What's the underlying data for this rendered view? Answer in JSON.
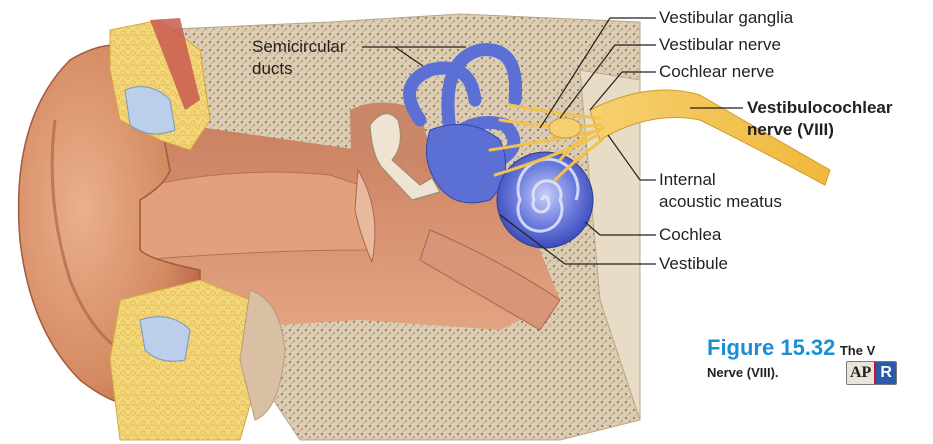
{
  "labels": {
    "semicircular_ducts_line1": "Semicircular",
    "semicircular_ducts_line2": "ducts",
    "vestibular_ganglia": "Vestibular ganglia",
    "vestibular_nerve": "Vestibular nerve",
    "cochlear_nerve": "Cochlear nerve",
    "vestibulocochlear_line1": "Vestibulocochlear",
    "vestibulocochlear_line2": "nerve (VIII)",
    "internal_meatus_line1": "Internal",
    "internal_meatus_line2": "acoustic meatus",
    "cochlea": "Cochlea",
    "vestibule": "Vestibule"
  },
  "caption": {
    "figure_number": "Figure 15.32",
    "title_visible": "The V",
    "title_line2": "Nerve (VIII).",
    "apr_left": "AP",
    "apr_right": "R"
  },
  "colors": {
    "skin": "#e0a078",
    "bone": "#d9c9ae",
    "fat": "#f4d77a",
    "membranous_labyrinth": "#5b6fd4",
    "nerve": "#f2c24e",
    "cartilage": "#b8cbe6",
    "figure_accent": "#1a8fd6"
  }
}
